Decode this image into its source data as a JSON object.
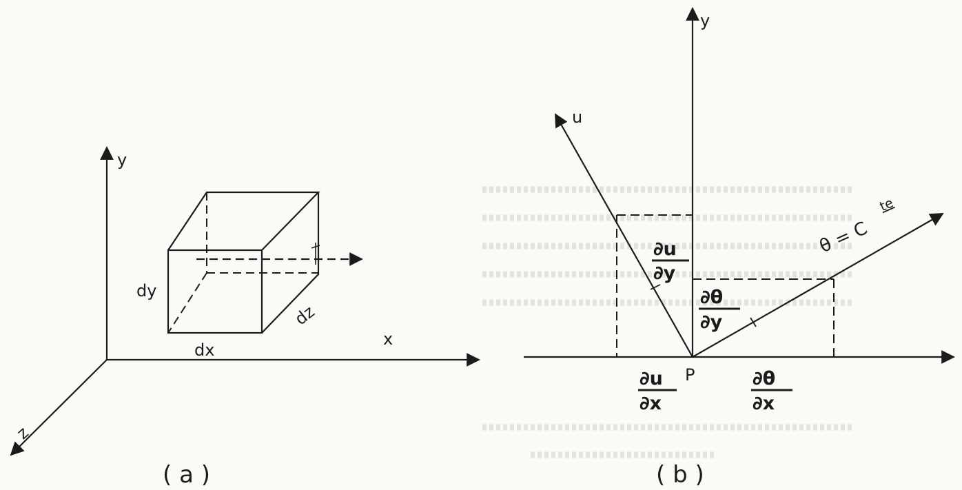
{
  "figure_a": {
    "caption": "( a )",
    "axis_y": "y",
    "axis_x": "x",
    "axis_z": "z",
    "dim_x": "dx",
    "dim_y": "dy",
    "dim_z": "dz"
  },
  "figure_b": {
    "caption": "( b )",
    "axis_y": "y",
    "vector_u": "u",
    "point": "P",
    "theta_line_main": "θ = C",
    "theta_line_sup": "te",
    "du_dy": {
      "num": "∂u",
      "den": "∂y"
    },
    "dtheta_dy": {
      "num": "∂θ",
      "den": "∂y"
    },
    "du_dx": {
      "num": "∂u",
      "den": "∂x"
    },
    "dtheta_dx": {
      "num": "∂θ",
      "den": "∂x"
    }
  },
  "colors": {
    "ink": "#1b1b1b",
    "paper": "#fafaf7",
    "bleed": "#c8c8c4"
  }
}
